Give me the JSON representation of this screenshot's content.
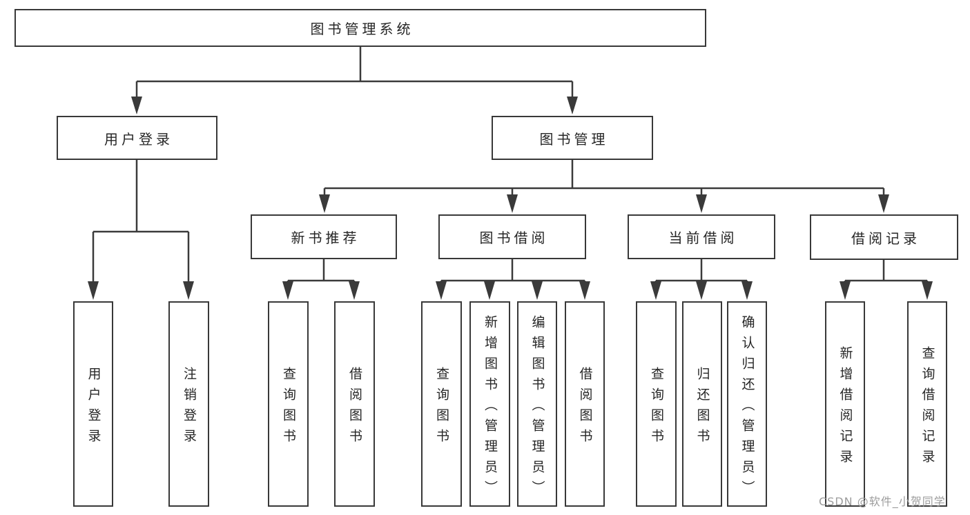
{
  "diagram": {
    "tree": {
      "label": "图书管理系统",
      "children": [
        {
          "label": "用户登录",
          "children": [
            {
              "label": "用户登录"
            },
            {
              "label": "注销登录"
            }
          ]
        },
        {
          "label": "图书管理",
          "children": [
            {
              "label": "新书推荐",
              "children": [
                {
                  "label": "查询图书"
                },
                {
                  "label": "借阅图书"
                }
              ]
            },
            {
              "label": "图书借阅",
              "children": [
                {
                  "label": "查询图书"
                },
                {
                  "label": "新增图书（管理员）"
                },
                {
                  "label": "编辑图书（管理员）"
                },
                {
                  "label": "借阅图书"
                }
              ]
            },
            {
              "label": "当前借阅",
              "children": [
                {
                  "label": "查询图书"
                },
                {
                  "label": "归还图书"
                },
                {
                  "label": "确认归还（管理员）"
                }
              ]
            },
            {
              "label": "借阅记录",
              "children": [
                {
                  "label": "新增借阅记录"
                },
                {
                  "label": "查询借阅记录"
                }
              ]
            }
          ]
        }
      ]
    },
    "watermark": "CSDN @软件_小贺同学",
    "colors": {
      "line": "#3a3a3a",
      "border": "#383838",
      "text": "#262626",
      "background": "#ffffff",
      "watermark": "#9c9c9c"
    }
  }
}
